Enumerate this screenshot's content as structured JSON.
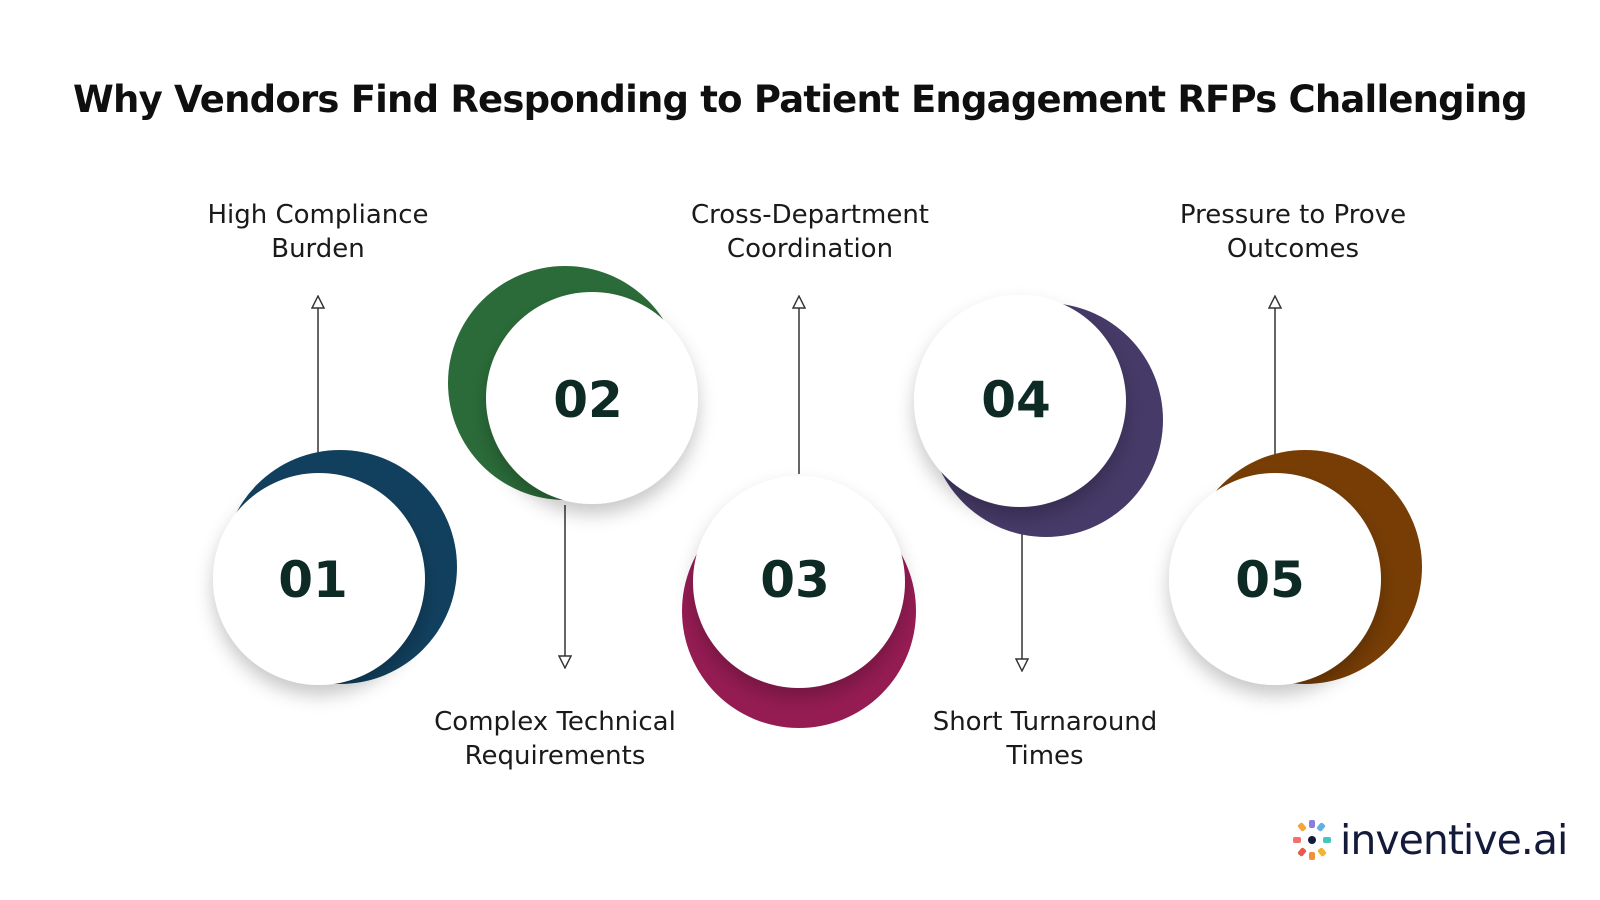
{
  "title": "Why Vendors Find Responding to Patient Engagement RFPs Challenging",
  "steps": [
    {
      "number": "01",
      "label_line1": "High Compliance",
      "label_line2": "Burden",
      "color": "#11405e",
      "label_position": "top"
    },
    {
      "number": "02",
      "label_line1": "Complex Technical",
      "label_line2": "Requirements",
      "color": "#2b6b39",
      "label_position": "bottom"
    },
    {
      "number": "03",
      "label_line1": "Cross-Department",
      "label_line2": "Coordination",
      "color": "#951c53",
      "label_position": "top"
    },
    {
      "number": "04",
      "label_line1": "Short Turnaround",
      "label_line2": "Times",
      "color": "#463a68",
      "label_position": "bottom"
    },
    {
      "number": "05",
      "label_line1": "Pressure to Prove",
      "label_line2": "Outcomes",
      "color": "#773d05",
      "label_position": "top"
    }
  ],
  "logo": {
    "text": "inventive.ai",
    "icon": "inventive-logo-icon"
  }
}
